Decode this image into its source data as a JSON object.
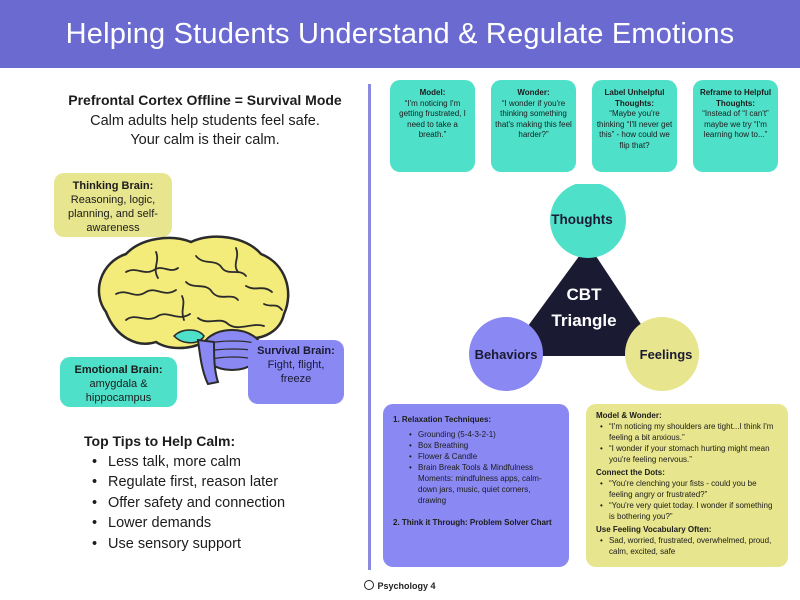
{
  "header": {
    "title": "Helping Students Understand & Regulate Emotions"
  },
  "left": {
    "heading": "Prefrontal Cortex Offline = Survival Mode",
    "line1": "Calm adults help students feel safe.",
    "line2": "Your calm is their calm.",
    "thinking_brain": {
      "title": "Thinking Brain:",
      "body": "Reasoning, logic, planning, and self-awareness"
    },
    "emotional_brain": {
      "title": "Emotional Brain:",
      "body": "amygdala & hippocampus"
    },
    "survival_brain": {
      "title": "Survival Brain:",
      "body": "Fight, flight, freeze"
    },
    "tips_title": "Top Tips to Help Calm:",
    "tips": [
      "Less talk, more calm",
      "Regulate first, reason later",
      "Offer safety and connection",
      "Lower demands",
      "Use sensory support"
    ]
  },
  "cards": [
    {
      "title": "Model:",
      "body": "“I'm noticing I'm getting frustrated, I need to take a breath.”"
    },
    {
      "title": "Wonder:",
      "body": "“I wonder if you're thinking something that's making this feel harder?”"
    },
    {
      "title": "Label Unhelpful Thoughts:",
      "body": "“Maybe you're thinking “I'll never get this” - how could we flip that?"
    },
    {
      "title": "Reframe to Helpful Thoughts:",
      "body": "“Instead of “I can't” maybe we try “I'm learning how to...”"
    }
  ],
  "cbt": {
    "center_line1": "CBT",
    "center_line2": "Triangle",
    "thoughts": "Thoughts",
    "behaviors": "Behaviors",
    "feelings": "Feelings",
    "colors": {
      "thoughts": "#4ee0c9",
      "behaviors": "#8a88f2",
      "feelings": "#e7e58d",
      "triangle": "#1a1a33"
    }
  },
  "relaxation": {
    "title": "1. Relaxation Techniques:",
    "items": [
      "Grounding (5-4-3-2-1)",
      "Box Breathing",
      "Flower & Candle",
      "Brain Break Tools & Mindfulness Moments: mindfulness apps, calm-down jars, music, quiet corners, drawing"
    ],
    "title2": "2. Think it Through: Problem Solver Chart"
  },
  "model_panel": {
    "title1": "Model & Wonder:",
    "items1": [
      "“I'm noticing my shoulders are tight...I think I'm feeling a bit anxious.”",
      "“I wonder if your stomach hurting might mean you're feeling nervous.”"
    ],
    "title2": "Connect the Dots:",
    "items2": [
      "“You're clenching your fists - could you be feeling angry or frustrated?”",
      "“You're very quiet today. I wonder if something is bothering you?”"
    ],
    "title3": "Use Feeling Vocabulary Often:",
    "items3": [
      "Sad, worried, frustrated, overwhelmed, proud, calm, excited, safe"
    ]
  },
  "footer": {
    "brand": "Psychology 4"
  }
}
